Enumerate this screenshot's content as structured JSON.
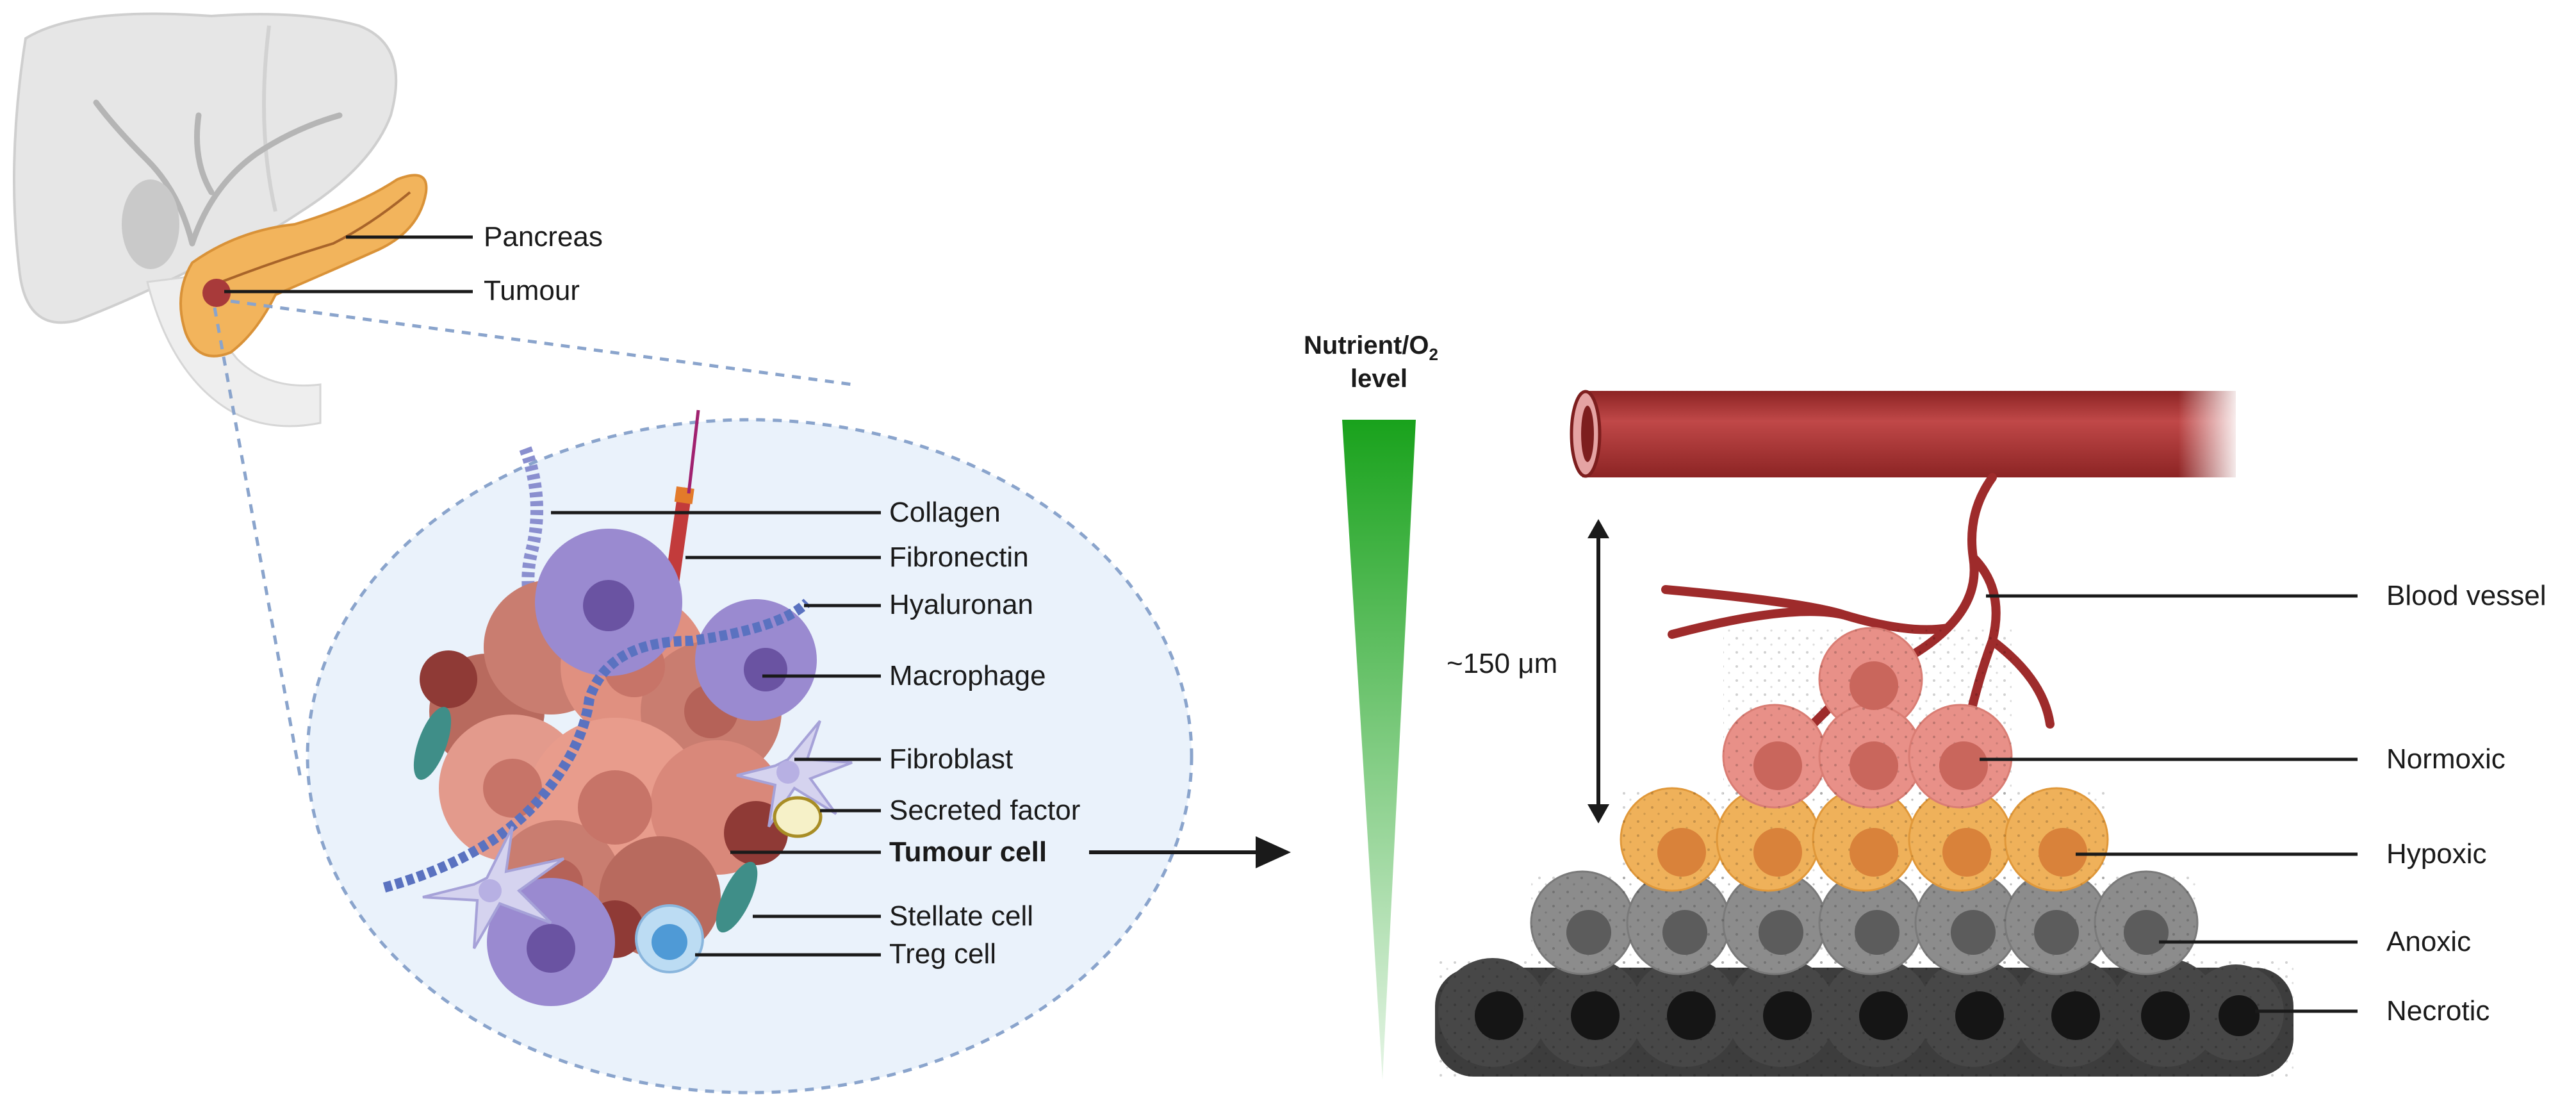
{
  "organ_labels": {
    "pancreas": "Pancreas",
    "tumour": "Tumour"
  },
  "tme_labels": {
    "collagen": "Collagen",
    "fibronectin": "Fibronectin",
    "hyaluronan": "Hyaluronan",
    "macrophage": "Macrophage",
    "fibroblast": "Fibroblast",
    "secreted_factor": "Secreted factor",
    "tumour_cell": "Tumour cell",
    "stellate_cell": "Stellate cell",
    "treg_cell": "Treg cell"
  },
  "gradient": {
    "title_main": "Nutrient/O",
    "title_sub": "2",
    "title_line2": "level"
  },
  "distance_label": "~150 μm",
  "layer_labels": {
    "blood_vessel": "Blood vessel",
    "normoxic": "Normoxic",
    "hypoxic": "Hypoxic",
    "anoxic": "Anoxic",
    "necrotic": "Necrotic"
  },
  "colors": {
    "liver": "#e6e6e6",
    "pancreas": "#f2b45c",
    "tumour_dot": "#a83a3a",
    "zoom_fill": "#eaf2fb",
    "zoom_border": "#8aa4cc",
    "vessel": "#b03a3a",
    "normoxic": "#e89088",
    "hypoxic": "#efb15a",
    "anoxic": "#8c8c8c",
    "necrotic": "#404040",
    "gradient_top": "#19a21c",
    "gradient_bottom": "#e6f5e6"
  }
}
